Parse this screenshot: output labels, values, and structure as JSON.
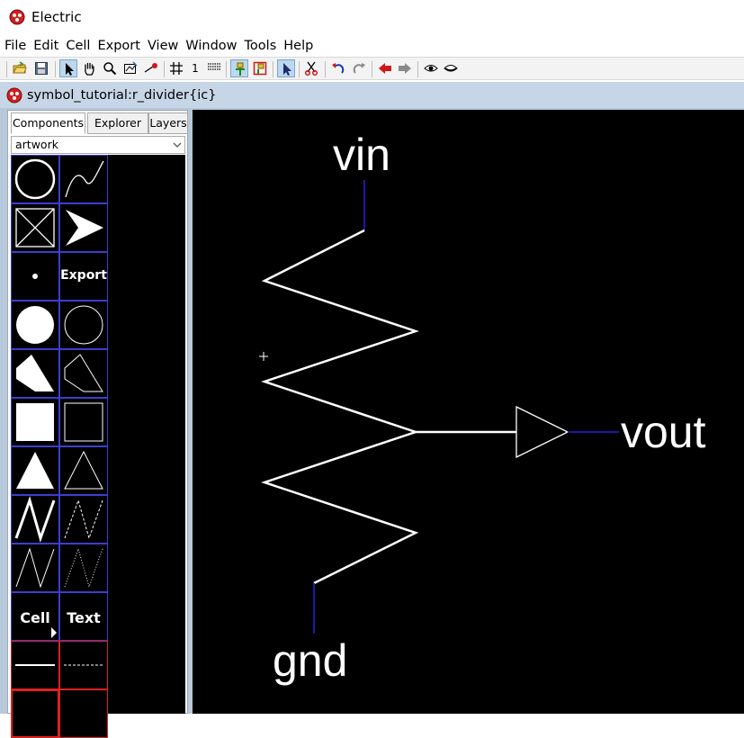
{
  "app": {
    "title": "Electric"
  },
  "menu": {
    "items": [
      "File",
      "Edit",
      "Cell",
      "Export",
      "View",
      "Window",
      "Tools",
      "Help"
    ]
  },
  "toolbar": {
    "icons": [
      "open-folder-icon",
      "save-icon",
      "select-arrow-icon",
      "pan-hand-icon",
      "zoom-magnifier-icon",
      "outline-edit-icon",
      "measure-icon",
      "grid-icon",
      "one-unit-icon",
      "full-grid-icon",
      "make-arc-icon",
      "place-node-icon",
      "select-objects-icon",
      "cut-scissors-icon",
      "undo-icon",
      "redo-icon",
      "back-arrow-icon",
      "forward-arrow-icon",
      "eye-visible-icon",
      "eye-hidden-icon"
    ],
    "one_label": "1",
    "colors": {
      "selected_bg": "#bcd7ee",
      "red": "#d01818",
      "gray": "#8a8a8a"
    }
  },
  "document": {
    "title": "symbol_tutorial:r_divider{ic}"
  },
  "palette": {
    "tabs": [
      "Components",
      "Explorer",
      "Layers"
    ],
    "active_tab": "Components",
    "library": "artwork",
    "cells": [
      {
        "name": "circle-outline-icon"
      },
      {
        "name": "spline-icon"
      },
      {
        "name": "crossed-box-icon"
      },
      {
        "name": "arrow-head-icon"
      },
      {
        "name": "pin-dot-icon"
      },
      {
        "name": "export-text",
        "label": "Export"
      },
      {
        "name": "filled-circle-icon"
      },
      {
        "name": "thin-circle-icon"
      },
      {
        "name": "filled-polygon-icon"
      },
      {
        "name": "outline-polygon-icon"
      },
      {
        "name": "filled-box-icon"
      },
      {
        "name": "outline-box-icon"
      },
      {
        "name": "filled-triangle-icon"
      },
      {
        "name": "outline-triangle-icon"
      },
      {
        "name": "thick-zigzag-icon"
      },
      {
        "name": "dashed-zigzag-icon"
      },
      {
        "name": "thin-zigzag-icon"
      },
      {
        "name": "dotted-zigzag-icon"
      },
      {
        "name": "cell-text",
        "label": "Cell"
      },
      {
        "name": "text-text",
        "label": "Text"
      },
      {
        "name": "solid-line-icon"
      },
      {
        "name": "dashed-line-icon"
      },
      {
        "name": "red-box-icon"
      },
      {
        "name": "empty-cell-icon"
      }
    ],
    "colors": {
      "grid": "#3d3dcf",
      "highlight": "#e02020",
      "fg": "#ffffff"
    }
  },
  "canvas": {
    "labels": {
      "vin": "vin",
      "vout": "vout",
      "gnd": "gnd"
    },
    "colors": {
      "bg": "#000000",
      "wire": "#ffffff",
      "pin": "#1a1aa8"
    }
  }
}
